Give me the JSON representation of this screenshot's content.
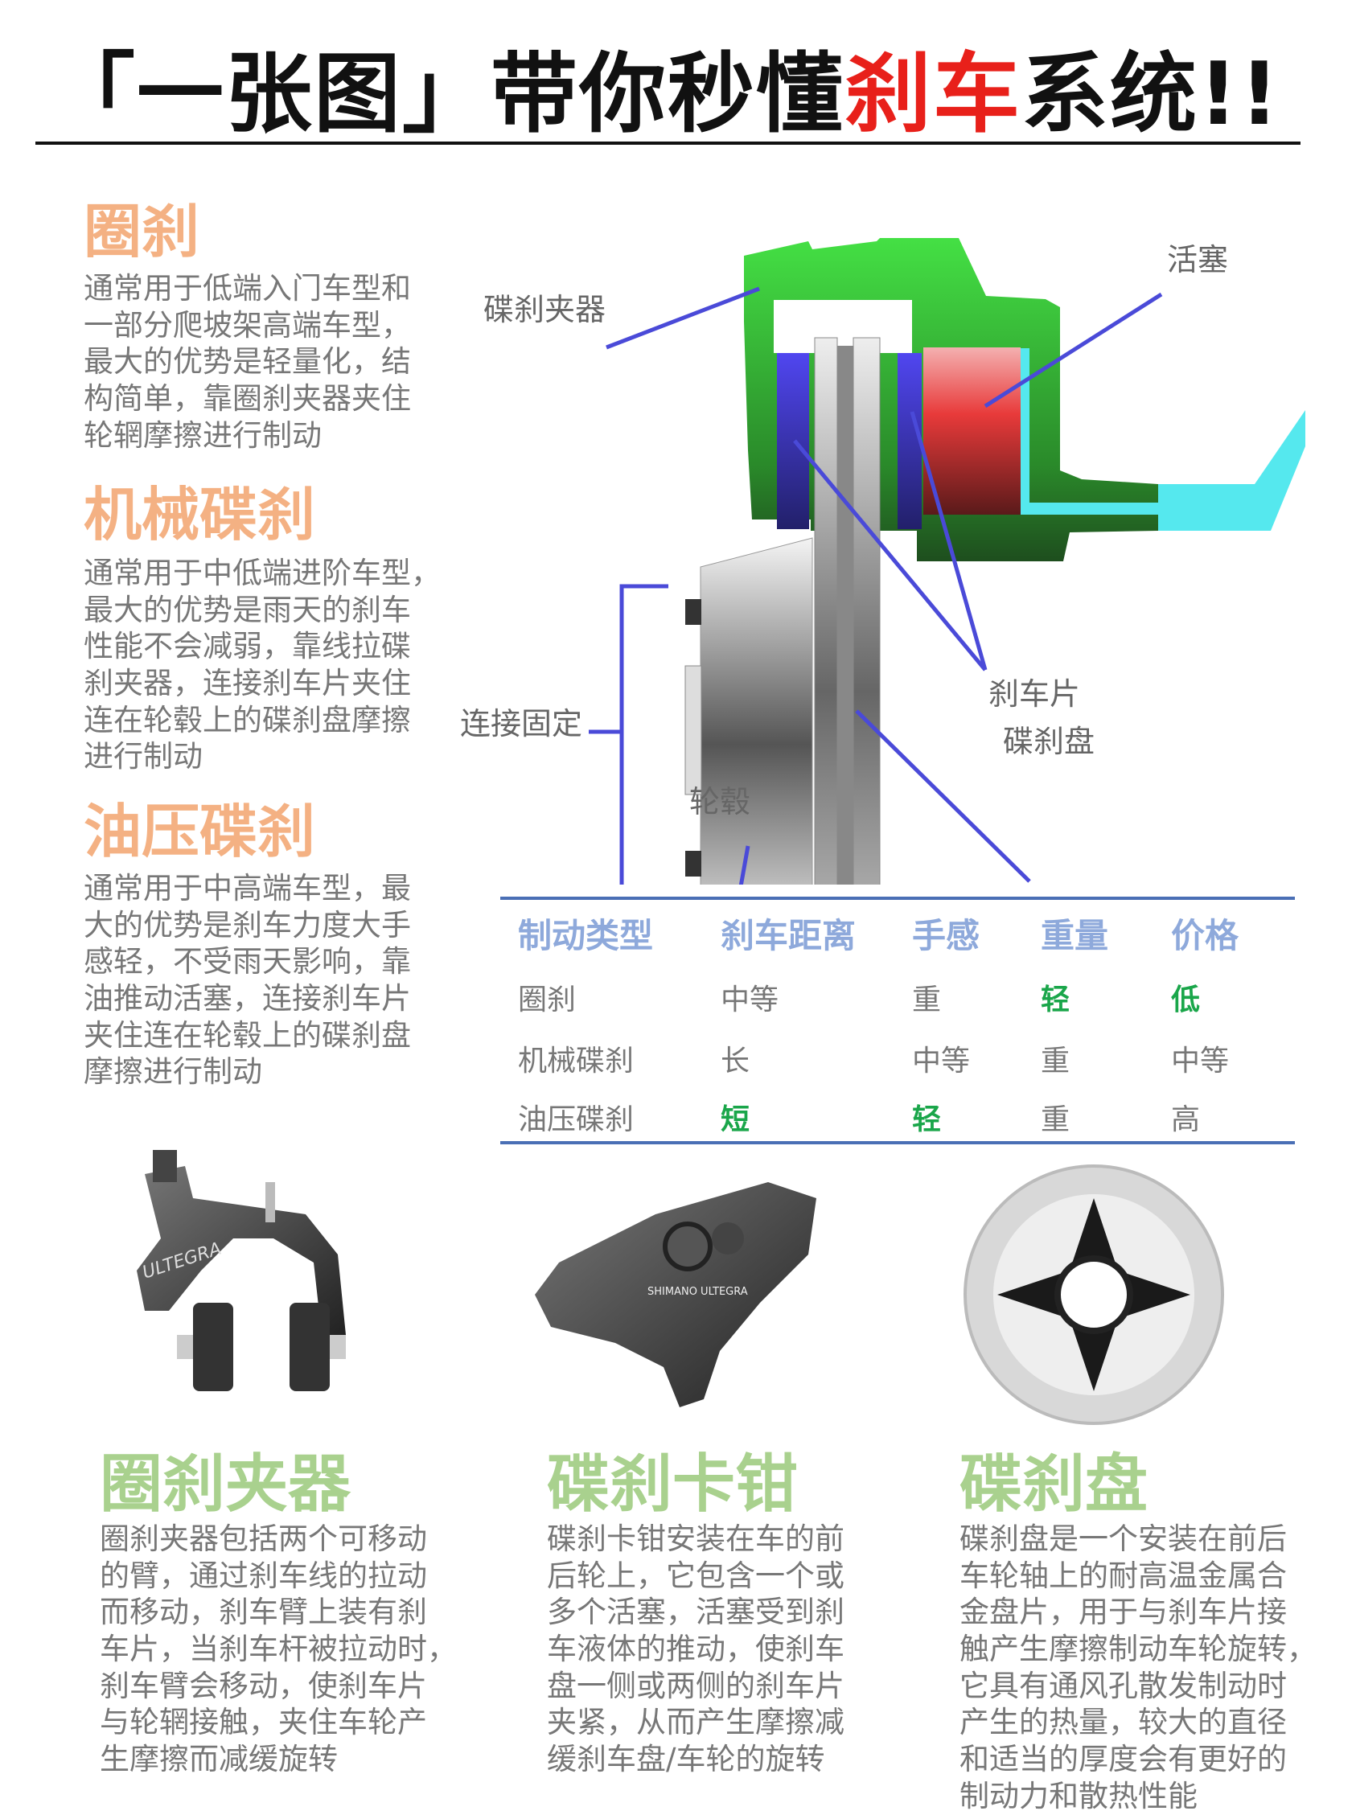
{
  "title": {
    "part1": "「一张图」带你秒懂",
    "highlight": "刹车",
    "part2": "系统!!",
    "highlight_color": "#e8201a"
  },
  "left_sections": [
    {
      "heading": "圈刹",
      "lines": [
        "通常用于低端入门车型和",
        "一部分爬坡架高端车型，",
        "最大的优势是轻量化，结",
        "构简单，靠圈刹夹器夹住",
        "轮辋摩擦进行制动"
      ]
    },
    {
      "heading": "机械碟刹",
      "lines": [
        "通常用于中低端进阶车型，",
        "最大的优势是雨天的刹车",
        "性能不会减弱，靠线拉碟",
        "刹夹器，连接刹车片夹住",
        "连在轮毂上的碟刹盘摩擦",
        "进行制动"
      ]
    },
    {
      "heading": "油压碟刹",
      "lines": [
        "通常用于中高端车型，最",
        "大的优势是刹车力度大手",
        "感轻，不受雨天影响，靠",
        "油推动活塞，连接刹车片",
        "夹住连在轮毂上的碟刹盘",
        "摩擦进行制动"
      ]
    }
  ],
  "diagram": {
    "labels": {
      "caliper": "碟刹夹器",
      "piston": "活塞",
      "pads": "刹车片",
      "mount": "连接固定",
      "rotor": "碟刹盘",
      "hub": "轮毂"
    },
    "colors": {
      "caliper": "#3fdc3f",
      "piston": "#e84a4a",
      "pads": "#4a3ff0",
      "hose": "#55e8ee",
      "leader": "#4a4ad8"
    }
  },
  "table": {
    "headers": [
      "制动类型",
      "刹车距离",
      "手感",
      "重量",
      "价格"
    ],
    "rows": [
      [
        "圈刹",
        "中等",
        "重",
        "轻",
        "低"
      ],
      [
        "机械碟刹",
        "长",
        "中等",
        "重",
        "中等"
      ],
      [
        "油压碟刹",
        "短",
        "轻",
        "重",
        "高"
      ]
    ],
    "highlight_color": "#1aa64a"
  },
  "products": [
    {
      "heading": "圈刹夹器",
      "image_icon": "rim-brake-caliper",
      "brand_mark": "ULTEGRA",
      "lines": [
        "圈刹夹器包括两个可移动",
        "的臂，通过刹车线的拉动",
        "而移动，刹车臂上装有刹",
        "车片，当刹车杆被拉动时，",
        "刹车臂会移动，使刹车片",
        "与轮辋接触，夹住车轮产",
        "生摩擦而减缓旋转"
      ]
    },
    {
      "heading": "碟刹卡钳",
      "image_icon": "disc-brake-caliper",
      "brand_mark": "SHIMANO ULTEGRA",
      "lines": [
        "碟刹卡钳安装在车的前",
        "后轮上，它包含一个或",
        "多个活塞，活塞受到刹",
        "车液体的推动，使刹车",
        "盘一侧或两侧的刹车片",
        "夹紧，从而产生摩擦减",
        "缓刹车盘/车轮的旋转"
      ]
    },
    {
      "heading": "碟刹盘",
      "image_icon": "brake-rotor",
      "lines": [
        "碟刹盘是一个安装在前后",
        "车轮轴上的耐高温金属合",
        "金盘片，用于与刹车片接",
        "触产生摩擦制动车轮旋转，",
        "它具有通风孔散发制动时",
        "产生的热量，较大的直径",
        "和适当的厚度会有更好的",
        "制动力和散热性能"
      ]
    }
  ]
}
